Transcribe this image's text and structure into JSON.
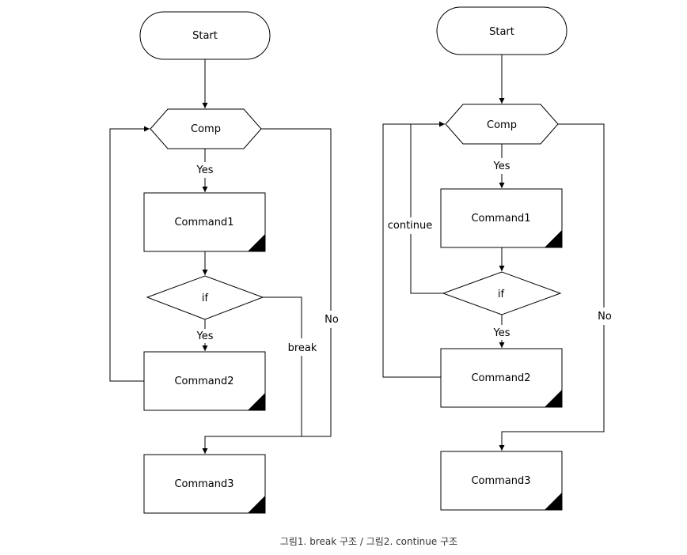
{
  "break_diagram": {
    "start": "Start",
    "comp": "Comp",
    "yes_top": "Yes",
    "command1": "Command1",
    "if": "if",
    "yes_bottom": "Yes",
    "command2": "Command2",
    "break": "break",
    "no": "No",
    "command3": "Command3"
  },
  "continue_diagram": {
    "start": "Start",
    "comp": "Comp",
    "yes_top": "Yes",
    "command1": "Command1",
    "continue": "continue",
    "if": "if",
    "yes_bottom": "Yes",
    "command2": "Command2",
    "no": "No",
    "command3": "Command3"
  },
  "caption": "그림1. break 구조 / 그림2. continue 구조"
}
